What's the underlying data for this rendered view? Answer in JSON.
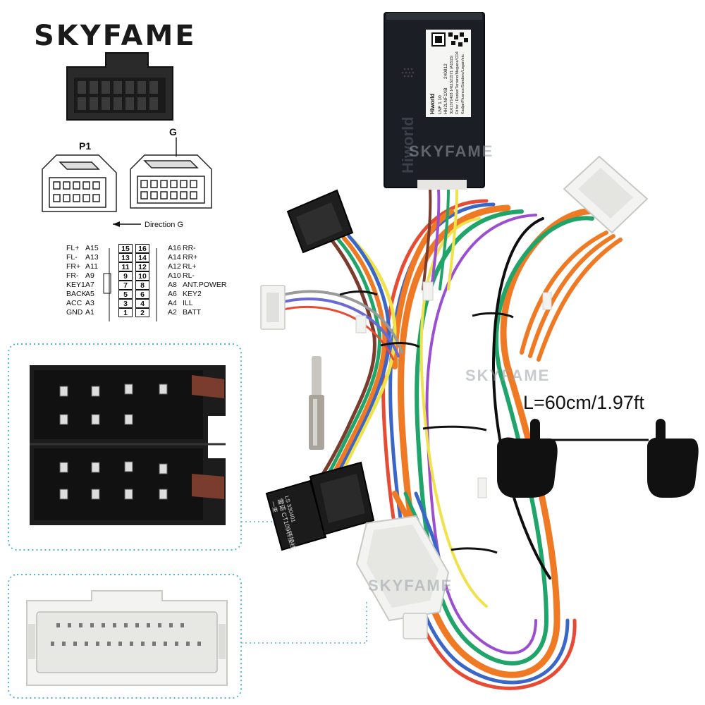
{
  "brand": {
    "name": "SKYFAME",
    "watermark": "SKYFAME"
  },
  "connector_labels": {
    "p1": "P1",
    "g": "G",
    "direction": "Direction G"
  },
  "pinout": [
    {
      "left_name": "FL+",
      "left_code": "A15",
      "left_pin": "15",
      "right_pin": "16",
      "right_code": "A16",
      "right_name": "RR-"
    },
    {
      "left_name": "FL-",
      "left_code": "A13",
      "left_pin": "13",
      "right_pin": "14",
      "right_code": "A14",
      "right_name": "RR+"
    },
    {
      "left_name": "FR+",
      "left_code": "A11",
      "left_pin": "11",
      "right_pin": "12",
      "right_code": "A12",
      "right_name": "RL+"
    },
    {
      "left_name": "FR-",
      "left_code": "A9",
      "left_pin": "9",
      "right_pin": "10",
      "right_code": "A10",
      "right_name": "RL-"
    },
    {
      "left_name": "KEY1",
      "left_code": "A7",
      "left_pin": "7",
      "right_pin": "8",
      "right_code": "A8",
      "right_name": "ANT.POWER"
    },
    {
      "left_name": "BACK",
      "left_code": "A5",
      "left_pin": "5",
      "right_pin": "6",
      "right_code": "A6",
      "right_name": "KEY2"
    },
    {
      "left_name": "ACC",
      "left_code": "A3",
      "left_pin": "3",
      "right_pin": "4",
      "right_code": "A4",
      "right_name": "ILL"
    },
    {
      "left_name": "GND",
      "left_code": "A1",
      "left_pin": "1",
      "right_pin": "2",
      "right_code": "A2",
      "right_name": "BATT"
    }
  ],
  "canbox": {
    "brand": "Hiworld",
    "label_lines": [
      "LNF 1.10",
      "HH2LNF1XB",
      "240812",
      "3161371403 1411521571 (A1515)",
      "Fit for : Duster/Terrano/Megane/CD4",
      "Kadjar/Fluence/Sandero/Logan/etc"
    ]
  },
  "adapter_tag": {
    "line1": "LS 330401",
    "line2": "雷诺 CT109转接线",
    "line3": "一束"
  },
  "length": {
    "label": "L=60cm/1.97ft"
  },
  "colors": {
    "connector_black": "#1c1c1c",
    "connector_white": "#f3f3f1",
    "dotted_frame": "#4bb7d6",
    "brand_text": "#1a1a1a"
  }
}
